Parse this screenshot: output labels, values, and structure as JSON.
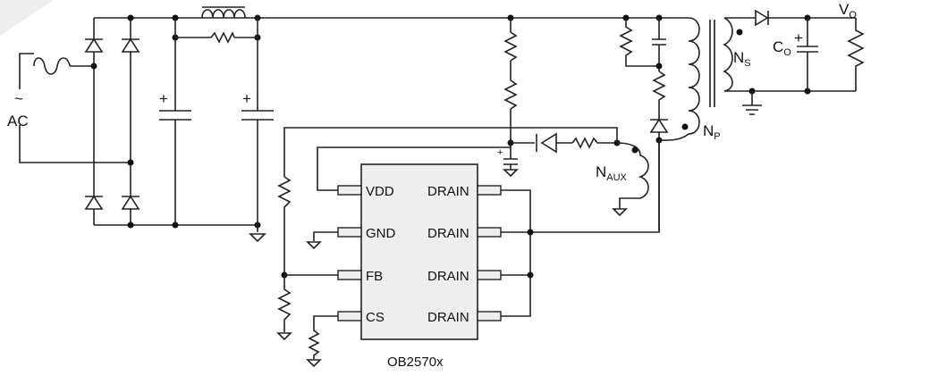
{
  "labels": {
    "ac_tilde": "~",
    "ac": "AC",
    "vo_main": "V",
    "vo_sub": "O",
    "co_main": "C",
    "co_sub": "O",
    "ns_main": "N",
    "ns_sub": "S",
    "np_main": "N",
    "np_sub": "P",
    "naux_main": "N",
    "naux_sub": "AUX",
    "plus": "+"
  },
  "ic": {
    "name": "OB2570x",
    "pins_left": [
      "VDD",
      "GND",
      "FB",
      "CS"
    ],
    "pins_right": [
      "DRAIN",
      "DRAIN",
      "DRAIN",
      "DRAIN"
    ]
  }
}
